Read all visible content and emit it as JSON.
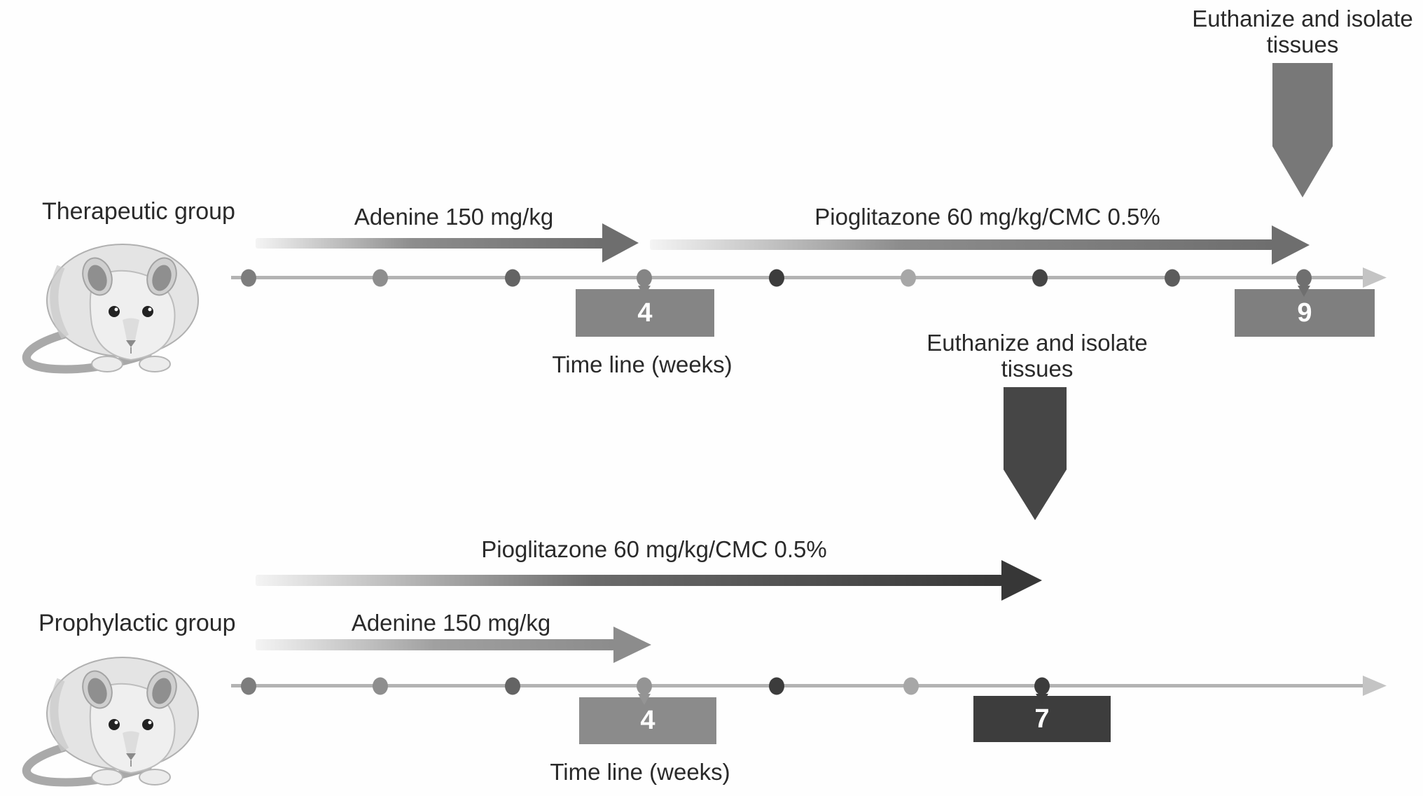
{
  "figure": {
    "text_color": "#2a2a2a",
    "axis_color": "#b3b3b3",
    "axis_arrow_color": "#c4c4c4",
    "number_text_color": "#ffffff",
    "groups": [
      {
        "label": "Therapeutic group",
        "arrows": [
          {
            "name": "adenine",
            "label": "Adenine 150 mg/kg",
            "color": "#6e6e6e"
          },
          {
            "name": "pioglitazone",
            "label": "Pioglitazone 60 mg/kg/CMC 0.5%",
            "color": "#6e6e6e"
          }
        ],
        "euthanize": {
          "line1": "Euthanize and isolate",
          "line2": "tissues",
          "marker_color": "#787878"
        },
        "timeline": {
          "label": "Time line (weeks)",
          "dots": [
            {
              "week": 1,
              "color": "#7d7d7d"
            },
            {
              "week": 2,
              "color": "#8e8e8e"
            },
            {
              "week": 3,
              "color": "#646464"
            },
            {
              "week": 4,
              "color": "#858585"
            },
            {
              "week": 5,
              "color": "#3c3c3c"
            },
            {
              "week": 6,
              "color": "#a7a7a7"
            },
            {
              "week": 7,
              "color": "#454545"
            },
            {
              "week": 8,
              "color": "#5c5c5c"
            },
            {
              "week": 9,
              "color": "#6f6f6f"
            }
          ],
          "milestones": [
            {
              "week": "4",
              "box_color": "#858585"
            },
            {
              "week": "9",
              "box_color": "#7f7f7f"
            }
          ]
        }
      },
      {
        "label": "Prophylactic group",
        "arrows": [
          {
            "name": "pioglitazone",
            "label": "Pioglitazone 60 mg/kg/CMC 0.5%",
            "color": "#373737"
          },
          {
            "name": "adenine",
            "label": "Adenine 150 mg/kg",
            "color": "#8c8c8c"
          }
        ],
        "euthanize": {
          "line1": "Euthanize and isolate",
          "line2": "tissues",
          "marker_color": "#464646"
        },
        "timeline": {
          "label": "Time line (weeks)",
          "dots": [
            {
              "week": 1,
              "color": "#7d7d7d"
            },
            {
              "week": 2,
              "color": "#8e8e8e"
            },
            {
              "week": 3,
              "color": "#646464"
            },
            {
              "week": 4,
              "color": "#949494"
            },
            {
              "week": 5,
              "color": "#3c3c3c"
            },
            {
              "week": 6,
              "color": "#a7a7a7"
            },
            {
              "week": 7,
              "color": "#3c3c3c"
            }
          ],
          "milestones": [
            {
              "week": "4",
              "box_color": "#8b8b8b"
            },
            {
              "week": "7",
              "box_color": "#3d3d3d"
            }
          ]
        }
      }
    ]
  }
}
